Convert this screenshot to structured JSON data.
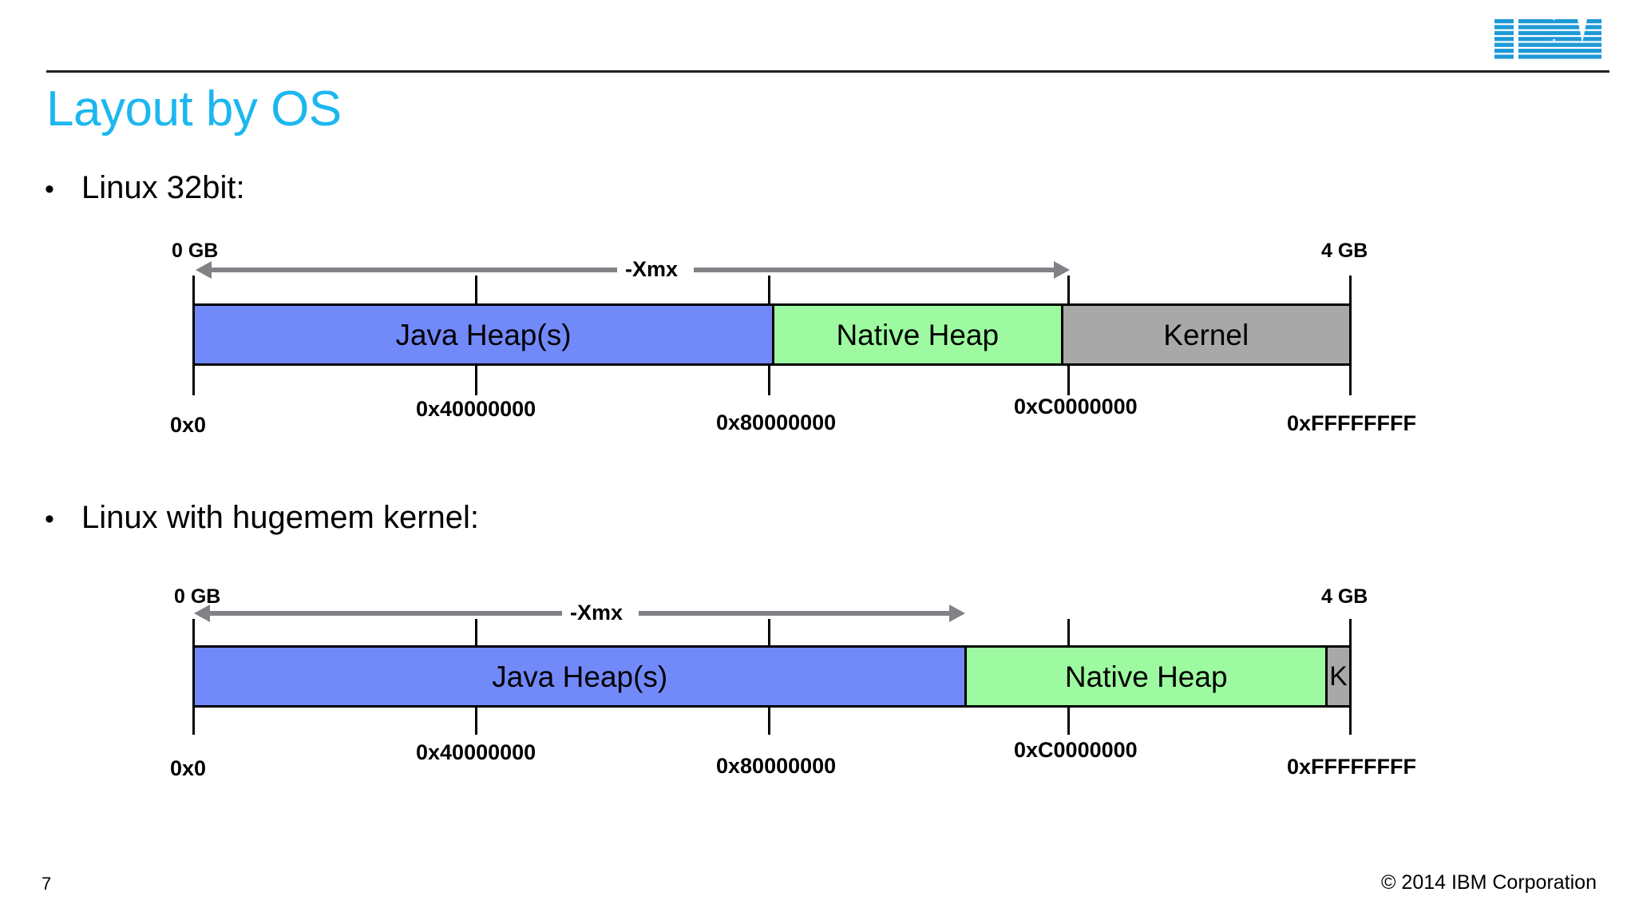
{
  "branding": {
    "logo_name": "IBM"
  },
  "header": {
    "title": "Layout by OS"
  },
  "bullets": [
    {
      "marker": "•",
      "text": "Linux 32bit:"
    },
    {
      "marker": "•",
      "text": "Linux with hugemem kernel:"
    }
  ],
  "footer": {
    "page_number": "7",
    "copyright": "© 2014 IBM Corporation"
  },
  "colors": {
    "title": "#1cb7ef",
    "java_heap": "#7289fa",
    "native_heap": "#9dfaa0",
    "kernel": "#a8a8a8",
    "arrow": "#808285",
    "outline": "#000000"
  },
  "chart_data": [
    {
      "type": "bar",
      "name": "linux-32bit-memory-map",
      "title": "Linux 32bit:",
      "orientation": "horizontal-stacked",
      "axis_start_label": "0 GB",
      "axis_end_label": "4 GB",
      "axis_start_address": "0x0",
      "axis_end_address": "0xFFFFFFFF",
      "tick_labels": [
        "0x0",
        "0x40000000",
        "0x80000000",
        "0xC0000000",
        "0xFFFFFFFF"
      ],
      "tick_values": [
        0,
        1073741824,
        2147483648,
        3221225472,
        4294967295
      ],
      "annotation": "-Xmx",
      "annotation_span": [
        "0x0",
        "0xC0000000"
      ],
      "segments": [
        {
          "label": "Java Heap(s)",
          "color": "#7289fa",
          "start": "0x0",
          "end": "0x80000000",
          "size_gb": 2
        },
        {
          "label": "Native Heap",
          "color": "#9dfaa0",
          "start": "0x80000000",
          "end": "0xC0000000",
          "size_gb": 1
        },
        {
          "label": "Kernel",
          "color": "#a8a8a8",
          "start": "0xC0000000",
          "end": "0xFFFFFFFF",
          "size_gb": 1
        }
      ]
    },
    {
      "type": "bar",
      "name": "linux-hugemem-memory-map",
      "title": "Linux with hugemem kernel:",
      "orientation": "horizontal-stacked",
      "axis_start_label": "0 GB",
      "axis_end_label": "4 GB",
      "axis_start_address": "0x0",
      "axis_end_address": "0xFFFFFFFF",
      "tick_labels": [
        "0x0",
        "0x40000000",
        "0x80000000",
        "0xC0000000",
        "0xFFFFFFFF"
      ],
      "tick_values": [
        0,
        1073741824,
        2147483648,
        3221225472,
        4294967295
      ],
      "annotation": "-Xmx",
      "annotation_span": [
        "0x0",
        "0xB0000000"
      ],
      "segments": [
        {
          "label": "Java Heap(s)",
          "color": "#7289fa",
          "start": "0x0",
          "end": "0xB0000000",
          "size_gb": 2.75
        },
        {
          "label": "Native Heap",
          "color": "#9dfaa0",
          "start": "0xB0000000",
          "end": "0xFA000000",
          "size_gb": 1.2
        },
        {
          "label": "K",
          "color": "#a8a8a8",
          "start": "0xFA000000",
          "end": "0xFFFFFFFF",
          "size_gb": 0.05
        }
      ]
    }
  ]
}
